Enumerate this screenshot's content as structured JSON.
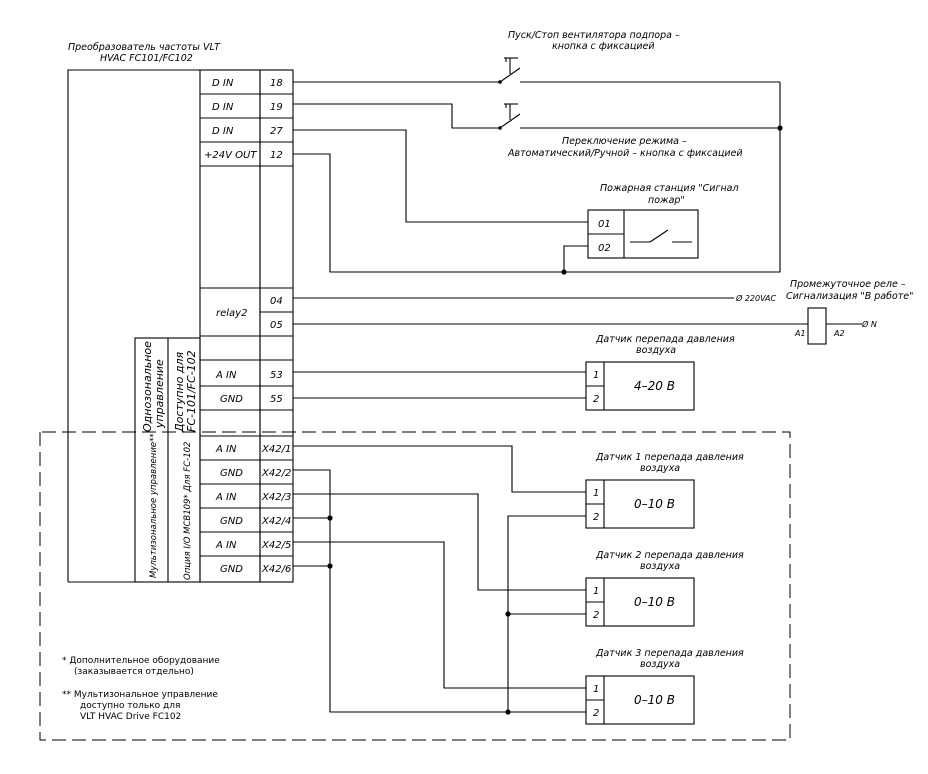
{
  "title": {
    "line1": "Преобразователь частоты VLT",
    "line2": "HVAC FC101/FC102"
  },
  "terminals": [
    {
      "name": "D IN",
      "num": "18"
    },
    {
      "name": "D IN",
      "num": "19"
    },
    {
      "name": "D IN",
      "num": "27"
    },
    {
      "name": "+24V OUT",
      "num": "12"
    }
  ],
  "relay": {
    "name": "relay2",
    "num1": "04",
    "num2": "05"
  },
  "analog_single": [
    {
      "name": "A IN",
      "num": "53"
    },
    {
      "name": "GND",
      "num": "55"
    }
  ],
  "multi_terminals": [
    {
      "name": "A IN",
      "num": "X42/1"
    },
    {
      "name": "GND",
      "num": "X42/2"
    },
    {
      "name": "A IN",
      "num": "X42/3"
    },
    {
      "name": "GND",
      "num": "X42/4"
    },
    {
      "name": "A IN",
      "num": "X42/5"
    },
    {
      "name": "GND",
      "num": "X42/6"
    }
  ],
  "vertical_labels": {
    "single_control_1": "Однозональное",
    "single_control_2": "управление",
    "available_1": "Доступно для",
    "available_2": "FC-101/FC-102",
    "multi_control": "Мультизональное управление**",
    "option": "Опция I/O MCB109* Для FC-102"
  },
  "buttons": {
    "start_stop_1": "Пуск/Стоп вентилятора подпора  –",
    "start_stop_2": "кнопка с фиксацией",
    "mode_1": "Переключение режима  –",
    "mode_2": "Автоматический/Ручной  –  кнопка с фиксацией"
  },
  "fire_station": {
    "label_1": "Пожарная станция \"Сигнал",
    "label_2": "пожар\"",
    "t1": "01",
    "t2": "02"
  },
  "relay_signal": {
    "label_1": "Промежуточное реле –",
    "label_2": "Сигнализация \"В работе\"",
    "supply": "Ø 220VAC",
    "neutral": "Ø N",
    "a1": "A1",
    "a2": "A2"
  },
  "sensor_main": {
    "label_1": "Датчик перепада давления",
    "label_2": "воздуха",
    "t1": "1",
    "t2": "2",
    "range": "4–20 В"
  },
  "sensors_multi": [
    {
      "label_1": "Датчик 1  перепада давления",
      "label_2": "воздуха",
      "t1": "1",
      "t2": "2",
      "range": "0–10 В"
    },
    {
      "label_1": "Датчик 2  перепада давления",
      "label_2": "воздуха",
      "t1": "1",
      "t2": "2",
      "range": "0–10 В"
    },
    {
      "label_1": "Датчик 3  перепада давления",
      "label_2": "воздуха",
      "t1": "1",
      "t2": "2",
      "range": "0–10 В"
    }
  ],
  "notes": {
    "n1_1": "*  Дополнительное оборудование",
    "n1_2": "(заказывается отдельно)",
    "n2_1": "** Мультизональное управление",
    "n2_2": "доступно только для",
    "n2_3": "VLT HVAC Drive FC102"
  }
}
